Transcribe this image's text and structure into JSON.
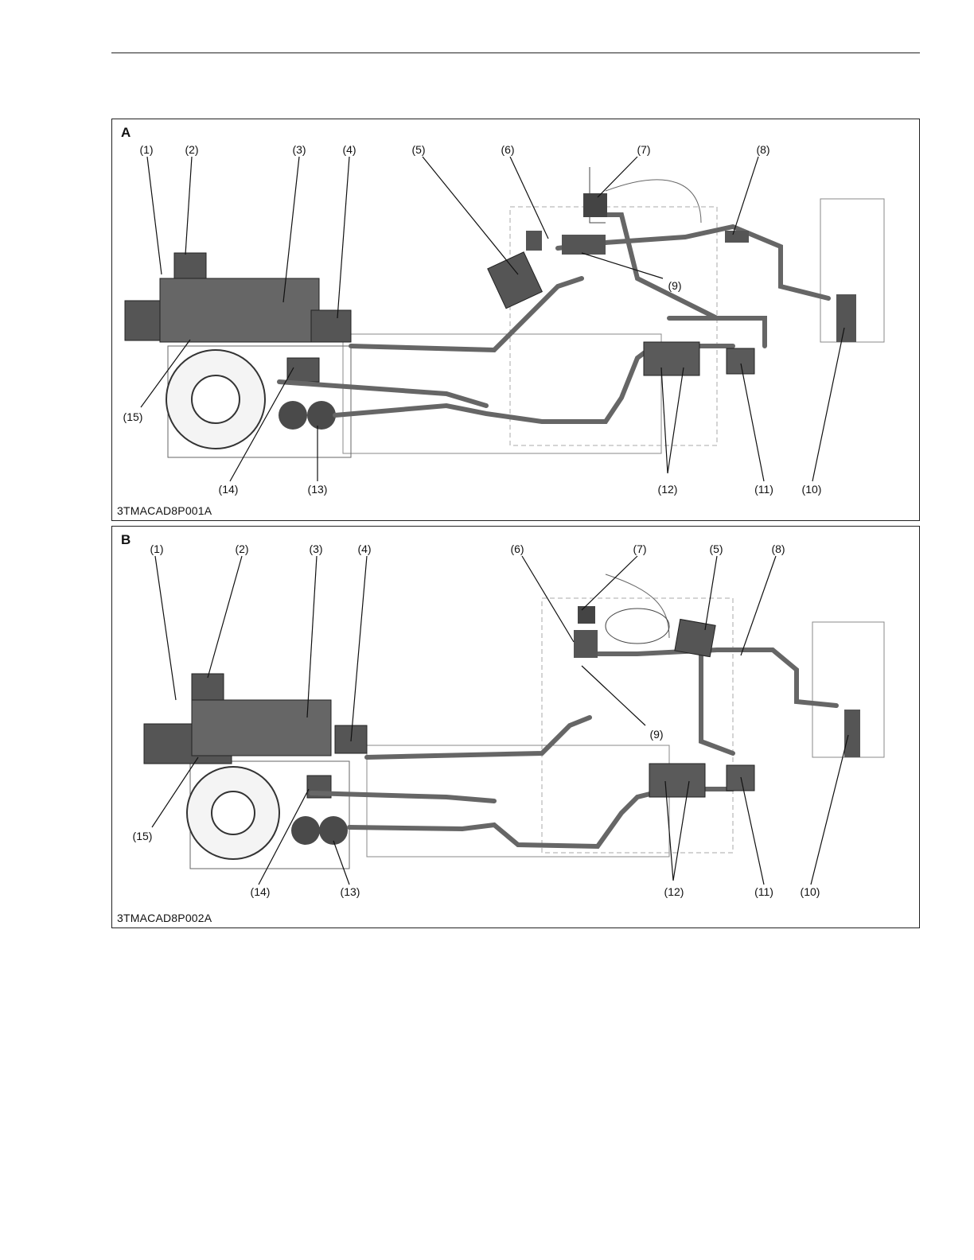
{
  "figures": [
    {
      "panel_label": "A",
      "figure_code": "3TMACAD8P001A",
      "callouts": [
        "(1)",
        "(2)",
        "(3)",
        "(4)",
        "(5)",
        "(6)",
        "(7)",
        "(8)",
        "(9)",
        "(10)",
        "(11)",
        "(12)",
        "(13)",
        "(14)",
        "(15)"
      ]
    },
    {
      "panel_label": "B",
      "figure_code": "3TMACAD8P002A",
      "callouts": [
        "(1)",
        "(2)",
        "(3)",
        "(4)",
        "(5)",
        "(6)",
        "(7)",
        "(8)",
        "(9)",
        "(10)",
        "(11)",
        "(12)",
        "(13)",
        "(14)",
        "(15)"
      ]
    }
  ]
}
